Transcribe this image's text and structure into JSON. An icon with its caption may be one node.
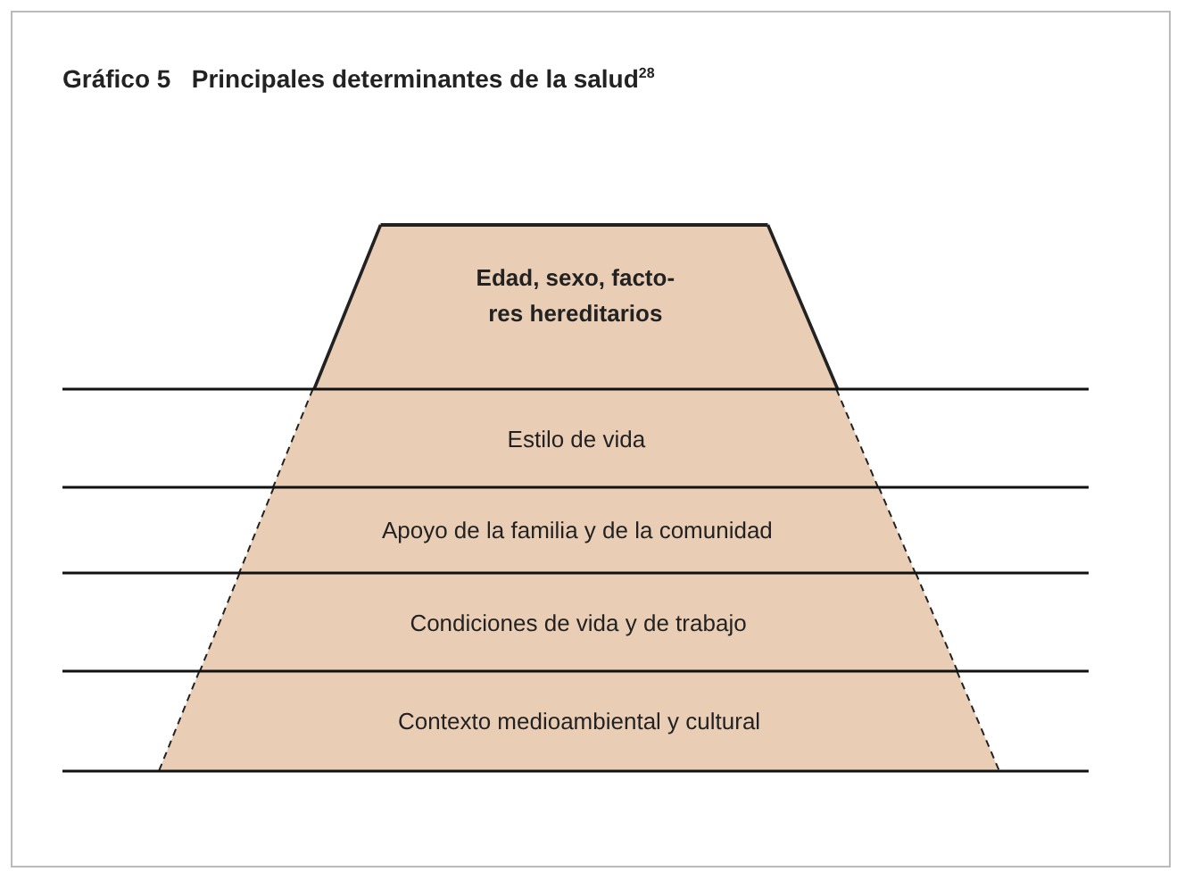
{
  "diagram": {
    "title": "Gráfico 5   Principales determinantes de la salud$^{28}$",
    "nodes": [
      {
        "text": [
          "Edad, sexo, facto- res hereditarios"
        ]
      },
      {
        "text": [
          "Estilo de vida"
        ]
      },
      {
        "text": [
          "Apoyo de la familia y de la comunidad"
        ]
      },
      {
        "text": [
          "Condiciones de vida y de trabajo"
        ]
      },
      {
        "text": [
          "Contexto medioambiental y cultural"
        ]
      }
    ],
    "edges": []
  }
}
